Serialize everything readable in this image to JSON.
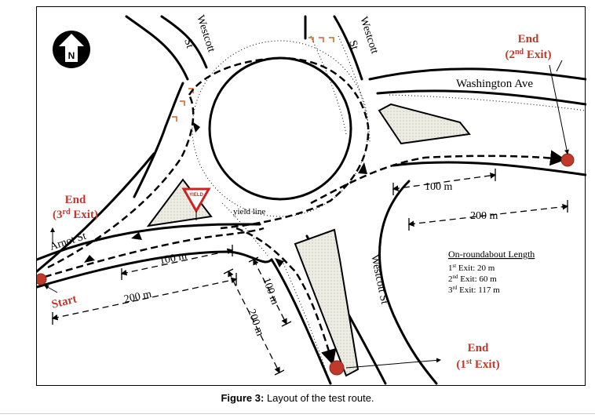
{
  "streets": {
    "westcott_left": "Westcott",
    "westcott_left_suffix": "St",
    "westcott_top": "Westcott",
    "westcott_top_suffix": "St",
    "westcott_bottom": "Westcott St",
    "washington": "Washington Ave",
    "arnot": "Arnot St"
  },
  "compass": "N",
  "yield_sign": "YIELD",
  "yield_line": "yield line",
  "labels": {
    "end": "End",
    "exit2": "(2nd Exit)",
    "exit3": "(3rd Exit)",
    "exit1": "(1st Exit)",
    "start": "Start"
  },
  "distances": {
    "d100_east": "100 m",
    "d200_east": "200 m",
    "d100_west": "100 m",
    "d200_west": "200 m",
    "d100_south": "100 m",
    "d200_south": "200 m"
  },
  "info_box": {
    "title": "On-roundabout Length",
    "line1": "Exit: 20 m",
    "line2": "Exit: 60 m",
    "line3": "Exit: 117 m"
  },
  "caption": {
    "label": "Figure 3:",
    "text": " Layout of the test route."
  },
  "colors": {
    "marker": "#c0392b",
    "island_fill": "#e6e6dc",
    "label_red": "#c0392b"
  }
}
